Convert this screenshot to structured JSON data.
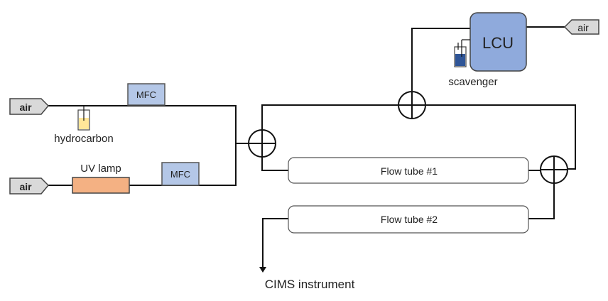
{
  "inlets": {
    "air_top": "air",
    "air_bottom": "air",
    "air_lcu": "air"
  },
  "components": {
    "mfc_top": "MFC",
    "mfc_bottom": "MFC",
    "hydrocarbon": "hydrocarbon",
    "uv_lamp": "UV lamp",
    "lcu": "LCU",
    "scavenger": "scavenger",
    "flow_tube_1": "Flow tube #1",
    "flow_tube_2": "Flow tube #2",
    "cims": "CIMS instrument"
  },
  "colors": {
    "mfc_fill": "#b4c7e7",
    "lcu_fill": "#8faadc",
    "uv_fill": "#f4b183",
    "hydrocarbon_fill": "#ffe699",
    "scavenger_fill": "#2f5597",
    "arrow_fill": "#d9d9d9"
  }
}
